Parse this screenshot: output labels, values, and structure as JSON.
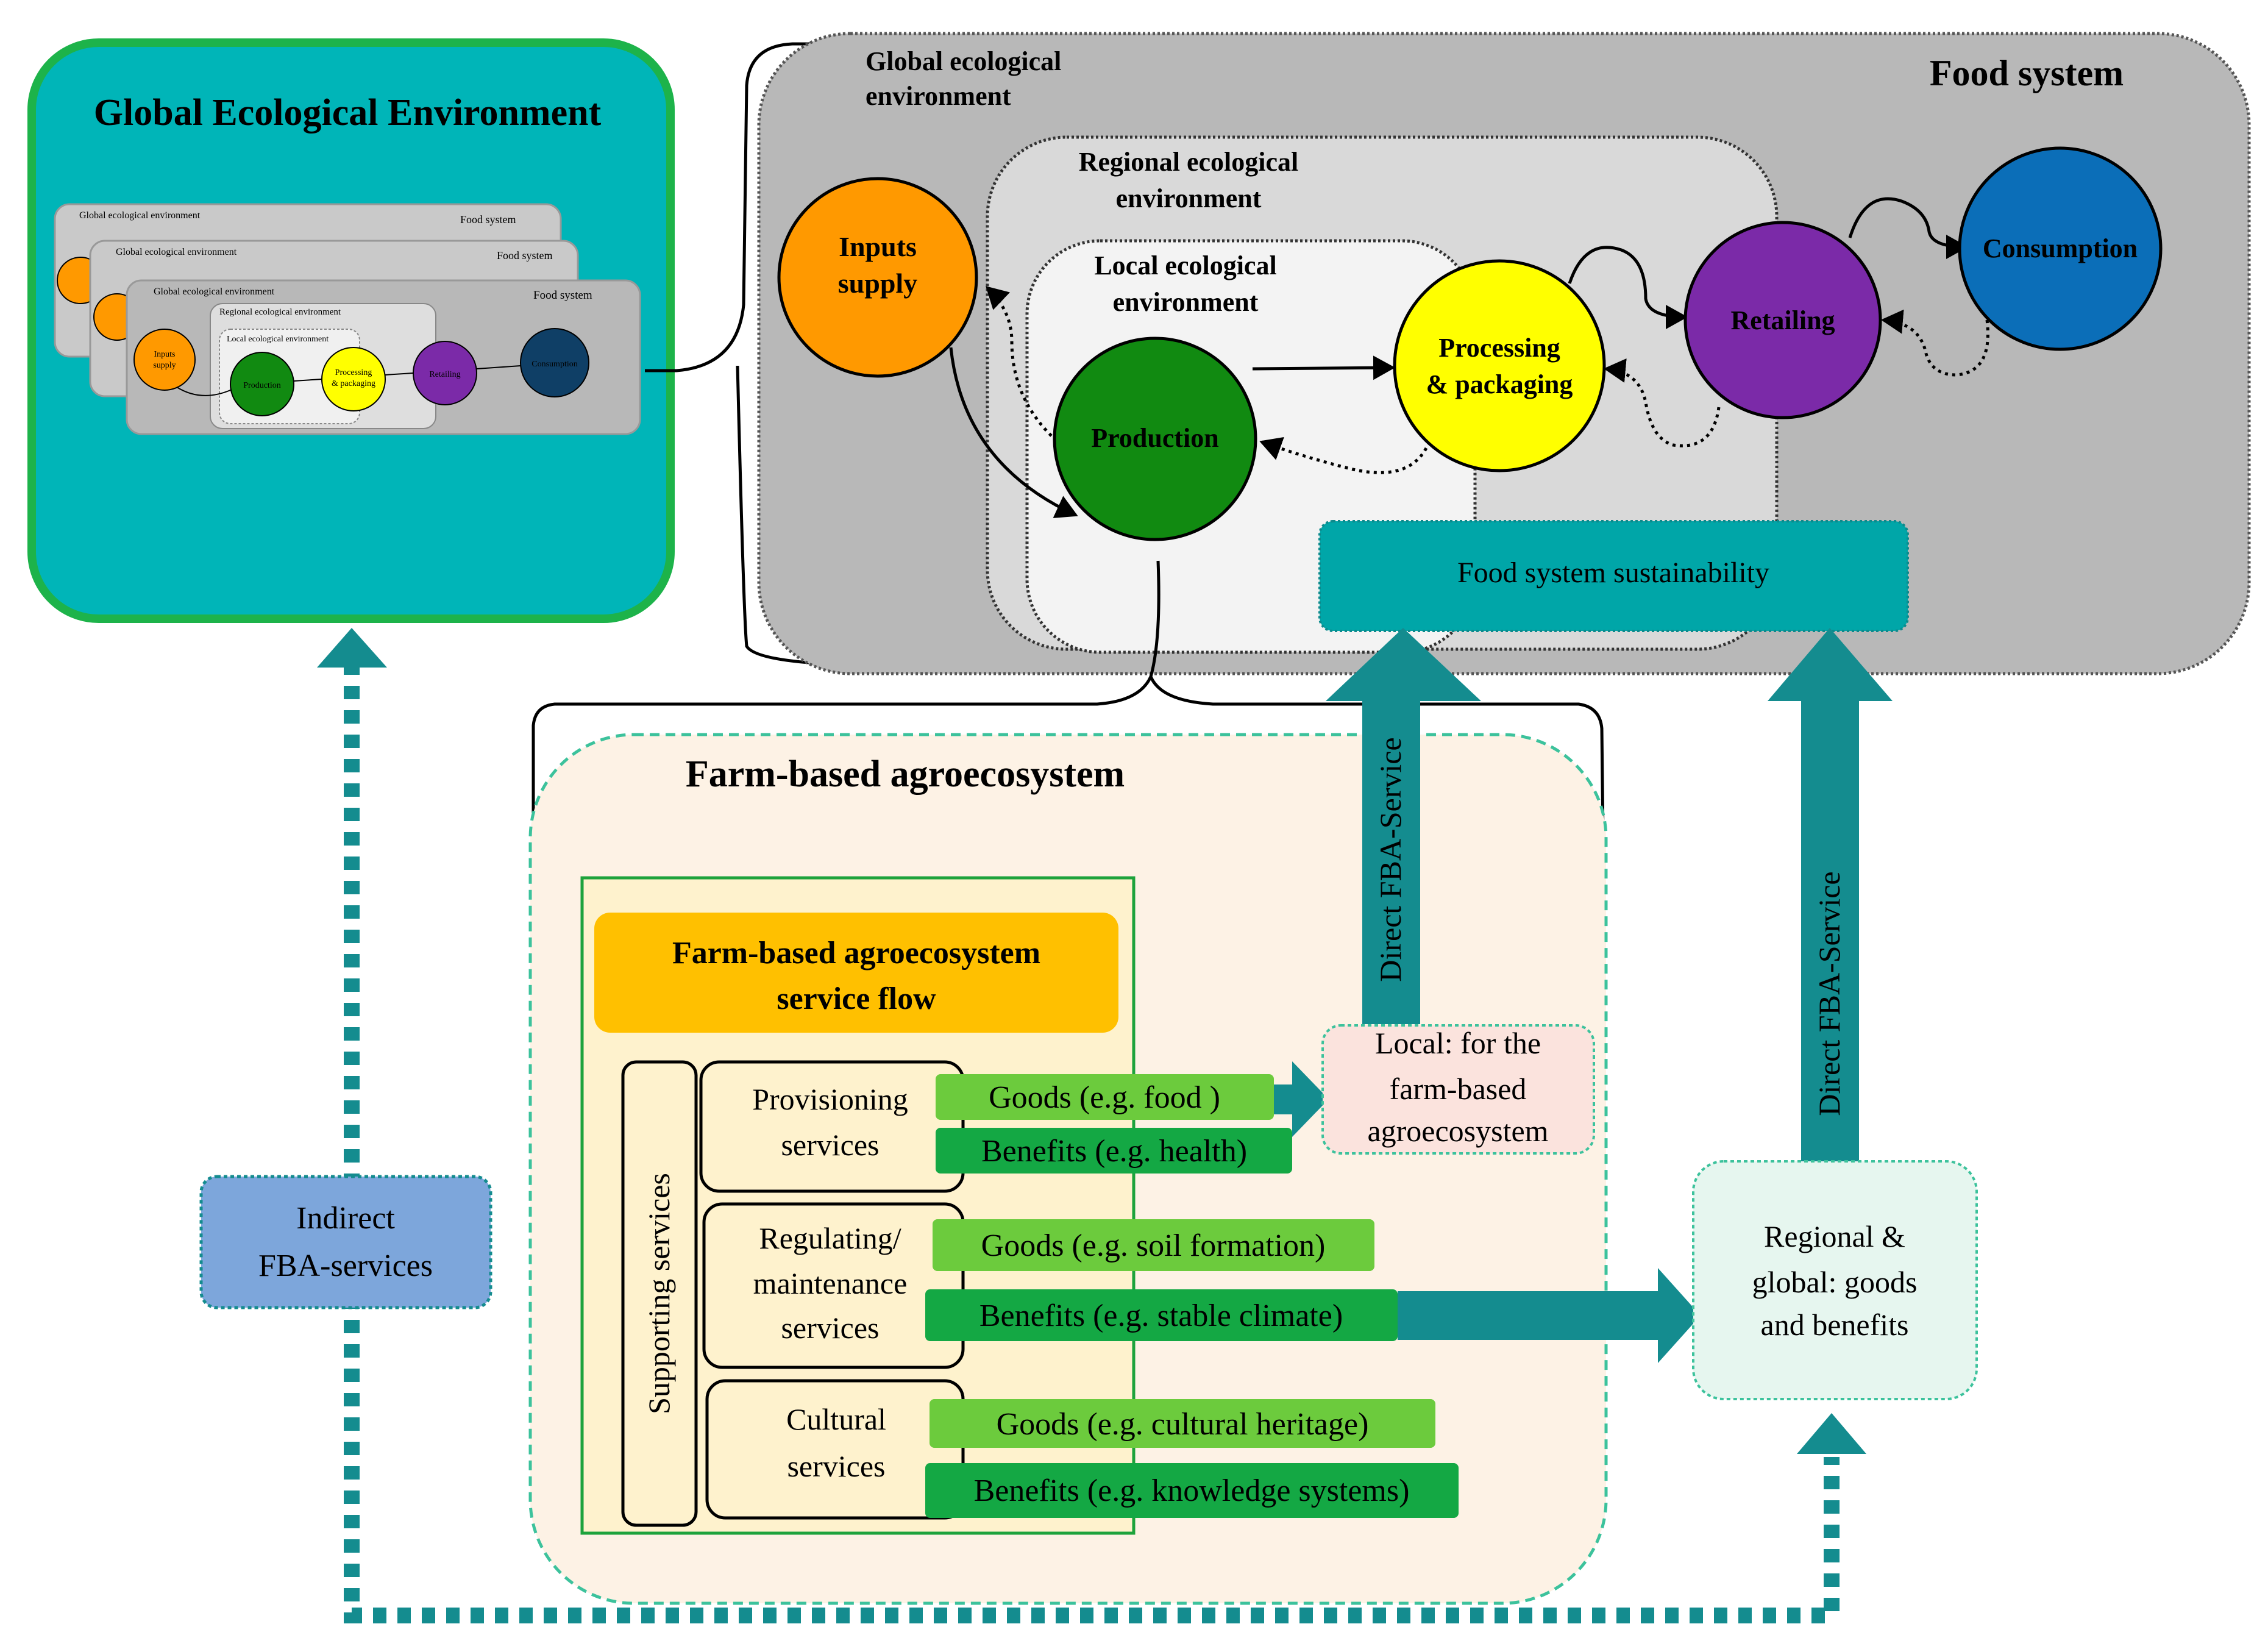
{
  "global_env": {
    "title": "Global Ecological Environment",
    "thumbnail": {
      "global_label": "Global ecological environment",
      "food_label": "Food system",
      "regional_label": "Regional ecological environment",
      "local_label": "Local ecological environment",
      "inputs_line1": "Inputs",
      "inputs_line2": "supply",
      "production": "Production",
      "processing_line1": "Processing",
      "processing_line2": "& packaging",
      "retailing": "Retailing",
      "consumption": "Consumption"
    }
  },
  "food_system": {
    "title": "Food system",
    "global_line1": "Global ecological",
    "global_line2": "environment",
    "regional_line1": "Regional ecological",
    "regional_line2": "environment",
    "local_line1": "Local ecological",
    "local_line2": "environment",
    "nodes": {
      "inputs_line1": "Inputs",
      "inputs_line2": "supply",
      "production": "Production",
      "processing_line1": "Processing",
      "processing_line2": "& packaging",
      "retailing": "Retailing",
      "consumption": "Consumption"
    },
    "sustainability": "Food system sustainability"
  },
  "fba": {
    "title": "Farm-based agroecosystem",
    "flow_line1": "Farm-based agroecosystem",
    "flow_line2": "service flow",
    "supporting": "Supporting services",
    "provisioning_line1": "Provisioning",
    "provisioning_line2": "services",
    "regulating_line1": "Regulating/",
    "regulating_line2": "maintenance",
    "regulating_line3": "services",
    "cultural_line1": "Cultural",
    "cultural_line2": "services",
    "goods_food": "Goods (e.g. food )",
    "benefits_health": "Benefits (e.g. health)",
    "goods_soil": "Goods (e.g. soil formation)",
    "benefits_climate": "Benefits (e.g. stable climate)",
    "goods_heritage": "Goods (e.g. cultural heritage)",
    "benefits_knowledge": "Benefits (e.g. knowledge systems)"
  },
  "local_box": {
    "line1": "Local: for the",
    "line2": "farm-based",
    "line3": "agroecosystem"
  },
  "regional_box": {
    "line1": "Regional &",
    "line2": "global: goods",
    "line3": "and benefits"
  },
  "indirect": {
    "line1": "Indirect",
    "line2": "FBA-services"
  },
  "direct_label_1": "Direct FBA-Service",
  "direct_label_2": "Direct FBA-Service",
  "colors": {
    "teal": "#00B5B8",
    "teal_dark": "#148C8F",
    "green_border": "#1DB34A",
    "inputs_orange": "#FF9900",
    "production_green": "#118A11",
    "processing_yellow": "#FFFF00",
    "retailing_purple": "#7B2AA8",
    "consumption_blue": "#0B6EB8",
    "goods_green": "#6CCB3D",
    "benefits_green": "#14A844",
    "flow_yellow": "#FFC000",
    "indirect_blue": "#7DA6DB"
  }
}
